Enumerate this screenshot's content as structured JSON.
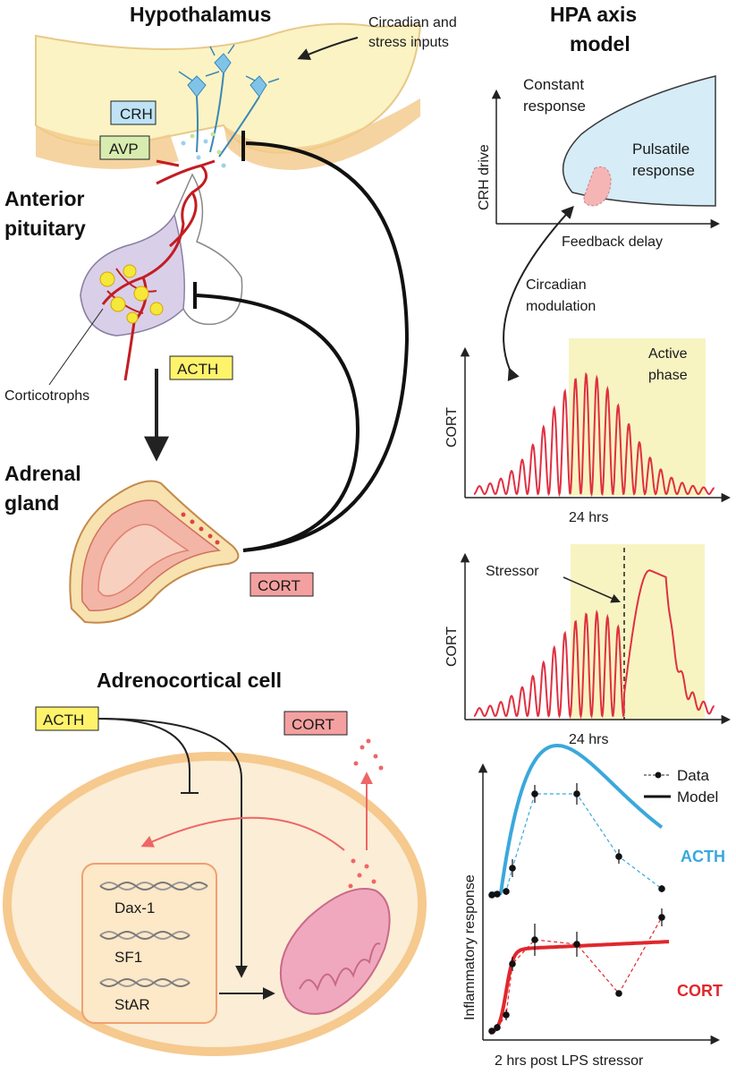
{
  "left": {
    "hypothalamus_title": "Hypothalamus",
    "inputs_label_1": "Circadian and",
    "inputs_label_2": "stress inputs",
    "crh": "CRH",
    "avp": "AVP",
    "anterior_pituitary_1": "Anterior",
    "anterior_pituitary_2": "pituitary",
    "corticotrophs": "Corticotrophs",
    "acth": "ACTH",
    "adrenal_1": "Adrenal",
    "adrenal_2": "gland",
    "cort": "CORT"
  },
  "cell": {
    "title": "Adrenocortical cell",
    "acth": "ACTH",
    "cort": "CORT",
    "genes": [
      "Dax-1",
      "SF1",
      "StAR"
    ]
  },
  "right": {
    "title_1": "HPA axis",
    "title_2": "model",
    "phase": {
      "ylabel": "CRH drive",
      "xlabel": "Feedback delay",
      "constant_1": "Constant",
      "constant_2": "response",
      "pulsatile_1": "Pulsatile",
      "pulsatile_2": "response"
    },
    "circadian_1": "Circadian",
    "circadian_2": "modulation",
    "cort1": {
      "ylabel": "CORT",
      "xlabel": "24 hrs",
      "active_1": "Active",
      "active_2": "phase"
    },
    "cort2": {
      "ylabel": "CORT",
      "xlabel": "24 hrs",
      "stressor": "Stressor"
    },
    "inflam": {
      "ylabel": "Inflammatory response",
      "xlabel": "2 hrs post LPS stressor",
      "legend_data": "Data",
      "legend_model": "Model",
      "acth": "ACTH",
      "cort": "CORT"
    }
  },
  "colors": {
    "acth_box": "#fff36b",
    "cort_box": "#f4a0a0",
    "crh_box": "#bfe3f5",
    "avp_box": "#d8ecb0",
    "acth_curve": "#3aa8dc",
    "cort_curve": "#e0272d",
    "active_phase": "#f7f4c2",
    "phase_region": "#d6ecf7"
  }
}
